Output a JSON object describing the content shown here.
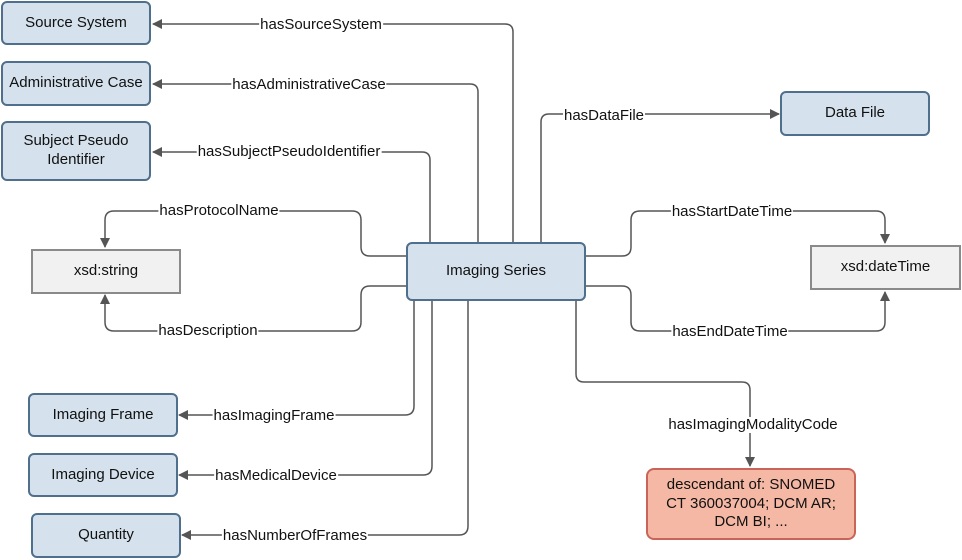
{
  "nodes": {
    "center": "Imaging Series",
    "source_system": "Source System",
    "administrative_case": "Administrative Case",
    "subject_pseudo_identifier": "Subject Pseudo Identifier",
    "xsd_string": "xsd:string",
    "imaging_frame": "Imaging Frame",
    "imaging_device": "Imaging Device",
    "quantity": "Quantity",
    "data_file": "Data File",
    "xsd_datetime": "xsd:dateTime",
    "modality_values": "descendant of: SNOMED CT 360037004; DCM AR; DCM BI; ..."
  },
  "edges": {
    "has_source_system": "hasSourceSystem",
    "has_administrative_case": "hasAdministrativeCase",
    "has_subject_pseudo_identifier": "hasSubjectPseudoIdentifier",
    "has_protocol_name": "hasProtocolName",
    "has_description": "hasDescription",
    "has_imaging_frame": "hasImagingFrame",
    "has_medical_device": "hasMedicalDevice",
    "has_number_of_frames": "hasNumberOfFrames",
    "has_data_file": "hasDataFile",
    "has_start_date_time": "hasStartDateTime",
    "has_end_date_time": "hasEndDateTime",
    "has_imaging_modality_code": "hasImagingModalityCode"
  },
  "colors": {
    "class_fill": "#d5e1ec",
    "class_border": "#4f6f8c",
    "literal_fill": "#f1f1f1",
    "value_fill": "#f5b8a4",
    "edge": "#555555"
  }
}
